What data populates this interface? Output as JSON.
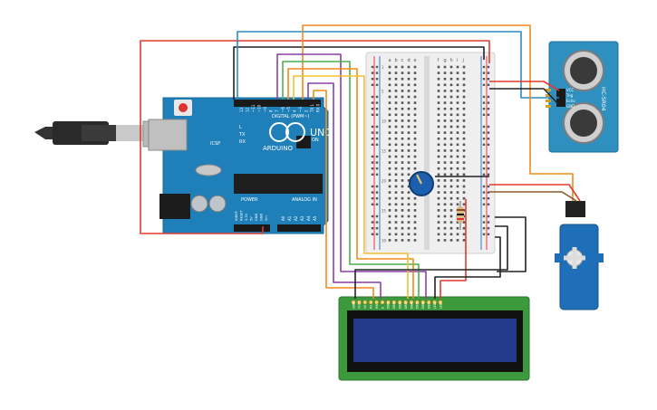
{
  "arduino": {
    "brand": "ARDUINO",
    "model": "UNO",
    "digital_label": "DIGITAL (PWM~)",
    "power_label": "POWER",
    "analog_label": "ANALOG IN",
    "tx_label": "TX",
    "rx_label": "RX",
    "l_label": "L",
    "on_label": "ON",
    "icsp_label": "ICSP",
    "aref_label": "AREF",
    "gnd_label": "GND",
    "digital_pins": [
      "13",
      "12",
      "~11",
      "~10",
      "~9",
      "8",
      "7",
      "~6",
      "~5",
      "4",
      "~3",
      "2",
      "TX 1",
      "RX 0"
    ],
    "power_pins": [
      "IOREF",
      "RESET",
      "3.3V",
      "5V",
      "GND",
      "GND",
      "Vin"
    ],
    "analog_pins": [
      "A0",
      "A1",
      "A2",
      "A3",
      "A4",
      "A5"
    ]
  },
  "breadboard": {
    "col_letters_left": [
      "a",
      "b",
      "c",
      "d",
      "e"
    ],
    "col_letters_right": [
      "f",
      "g",
      "h",
      "i",
      "j"
    ],
    "row_numbers": [
      "1",
      "5",
      "10",
      "15",
      "20",
      "25",
      "30"
    ]
  },
  "sensor": {
    "model": "HC-SR04",
    "pins": [
      "VCC",
      "Trig",
      "Echo",
      "GND"
    ]
  },
  "lcd": {
    "pins": [
      "GND",
      "VCC",
      "V0",
      "RS",
      "RW",
      "E",
      "DB0",
      "DB1",
      "DB2",
      "DB3",
      "DB4",
      "DB5",
      "DB6",
      "DB7",
      "LED",
      "LED"
    ]
  },
  "colors": {
    "arduino_board": "#1f7fb8",
    "lcd_board": "#3c9a3c",
    "lcd_screen": "#243a8a",
    "sensor_board": "#2f8fbe",
    "servo": "#1f6fb8",
    "wire_red": "#e23b2e",
    "wire_black": "#222222",
    "wire_orange": "#f08a1c",
    "wire_blue": "#2b8cc4",
    "wire_green": "#4caf50",
    "wire_purple": "#8a3fa8",
    "wire_yellow": "#f2c12e",
    "wire_brown": "#8a5a2b"
  }
}
